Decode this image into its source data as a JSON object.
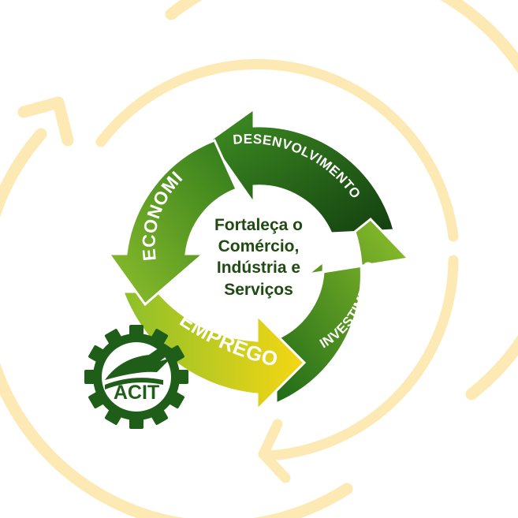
{
  "diagram": {
    "center_lines": [
      "Fortaleça o",
      "Comércio,",
      "Indústria e",
      "Serviços"
    ],
    "segments": {
      "desenvolvimento": "DESENVOLVIMENTO",
      "investimento": "INVESTIMENTO",
      "empregos": "EMPREGOS",
      "economia": "ECONOMIA"
    }
  },
  "logo": {
    "text": "ACIT"
  },
  "colors": {
    "outer_ring": "#fde9b4",
    "dark_green": "#1f5e18",
    "mid_green": "#3f8f22",
    "light_green": "#8cbf2a",
    "yellow": "#f2cf12",
    "center_text": "#1f4a12"
  }
}
